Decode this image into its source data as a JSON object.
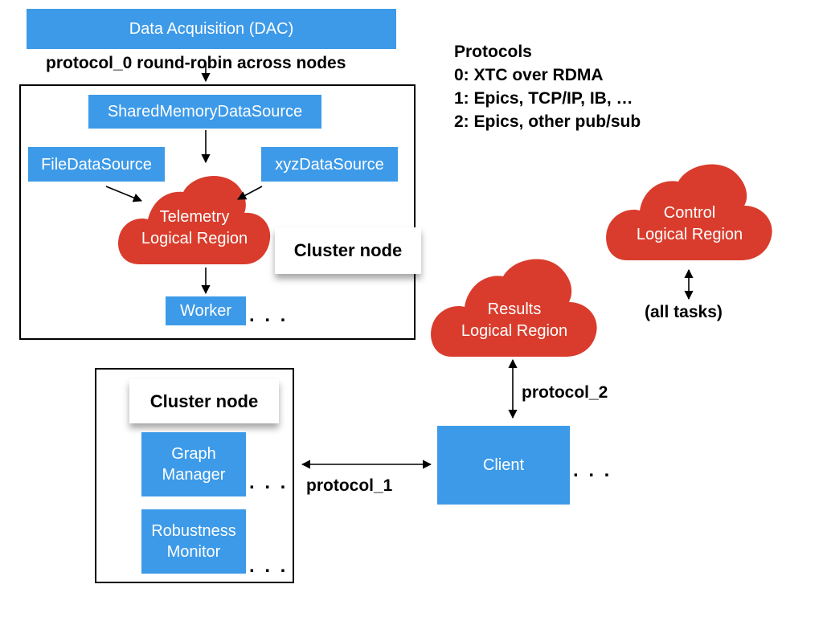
{
  "colors": {
    "box_blue": "#3d9ae8",
    "cloud_red": "#d93c2c",
    "frame": "#000000"
  },
  "dac": {
    "label": "Data Acquisition (DAC)"
  },
  "protocol0_label": "protocol_0 round-robin across nodes",
  "protocols": {
    "title": "Protocols",
    "items": [
      "0: XTC over RDMA",
      "1: Epics, TCP/IP, IB, …",
      "2: Epics, other pub/sub"
    ]
  },
  "top_node": {
    "shared_memory": "SharedMemoryDataSource",
    "file_source": "FileDataSource",
    "xyz_source": "xyzDataSource",
    "telemetry_cloud": {
      "line1": "Telemetry",
      "line2": "Logical Region"
    },
    "worker": "Worker",
    "worker_dots": ". . .",
    "cluster_card": "Cluster node"
  },
  "control_cloud": {
    "line1": "Control",
    "line2": "Logical Region"
  },
  "all_tasks": "(all tasks)",
  "results_cloud": {
    "line1": "Results",
    "line2": "Logical Region"
  },
  "protocol2_label": "protocol_2",
  "client": {
    "label": "Client",
    "dots": ". . ."
  },
  "protocol1_label": "protocol_1",
  "bottom_node": {
    "cluster_card": "Cluster node",
    "graph_manager": {
      "line1": "Graph",
      "line2": "Manager"
    },
    "graph_dots": ". . .",
    "robustness_monitor": {
      "line1": "Robustness",
      "line2": "Monitor"
    },
    "robustness_dots": ". . ."
  }
}
